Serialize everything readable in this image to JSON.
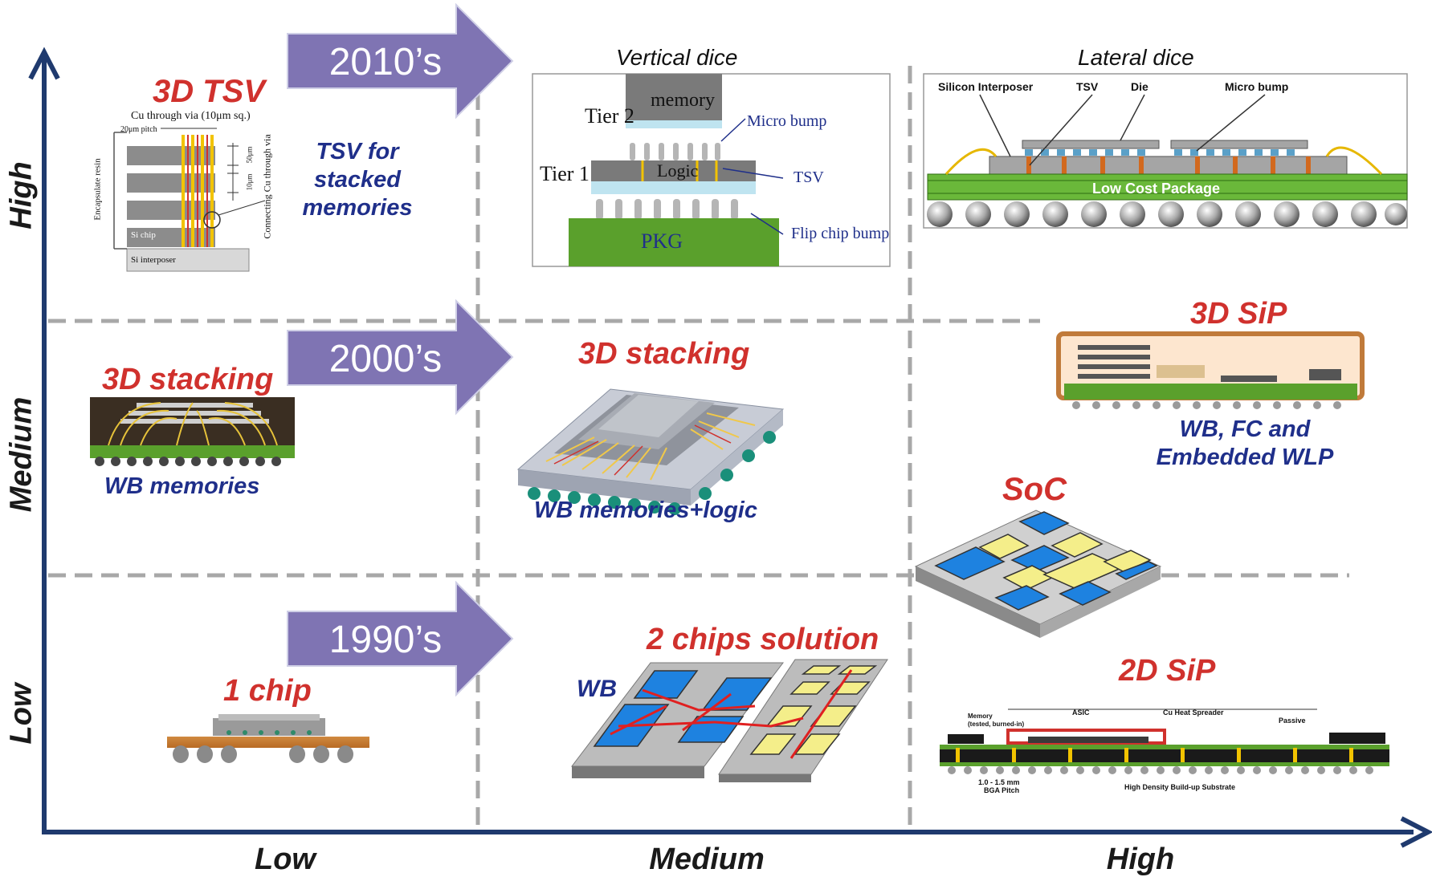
{
  "axes": {
    "x_labels": [
      "Low",
      "Medium",
      "High"
    ],
    "y_labels": [
      "High",
      "Medium",
      "Low"
    ]
  },
  "eras": [
    "2010’s",
    "2000’s",
    "1990’s"
  ],
  "colors": {
    "axis": "#1f3a6e",
    "arrow_fill": "#7f74b3",
    "title_red": "#d0312d",
    "caption_blue": "#1f2f8a",
    "substrate_green": "#5aa02c",
    "chip_blue": "#1e82e0",
    "chip_yellow": "#f4ee8a"
  },
  "cells": {
    "tsv": {
      "title": "3D TSV",
      "caption_lines": [
        "TSV for",
        "stacked",
        "memories"
      ],
      "labels": {
        "via": "Cu through via (10μm sq.)",
        "pitch": "20μm pitch",
        "resin": "Encapsulate resin",
        "connecting": "Connecting Cu through via",
        "si_chip": "Si chip",
        "si_interposer": "Si interposer",
        "d50": "50μm",
        "d10": "10μm"
      }
    },
    "vertical": {
      "caption": "Vertical dice",
      "memory": "memory",
      "tier2": "Tier 2",
      "tier1": "Tier 1",
      "logic": "Logic",
      "pkg": "PKG",
      "micro_bump": "Micro bump",
      "tsv": "TSV",
      "flip_chip": "Flip chip bump"
    },
    "lateral": {
      "caption": "Lateral dice",
      "silicon_interposer": "Silicon Interposer",
      "tsv": "TSV",
      "die": "Die",
      "micro_bump": "Micro bump",
      "package": "Low Cost Package"
    },
    "stack_low": {
      "title": "3D stacking",
      "caption": "WB memories"
    },
    "stack_mid": {
      "title": "3D stacking",
      "caption": "WB memories+logic"
    },
    "sip3d": {
      "title": "3D SiP",
      "caption_lines": [
        "WB, FC and",
        "Embedded WLP"
      ]
    },
    "soc": {
      "title": "SoC"
    },
    "one_chip": {
      "title": "1 chip"
    },
    "two_chips": {
      "title": "2 chips solution",
      "wb": "WB"
    },
    "sip2d": {
      "title": "2D SiP",
      "labels": {
        "memory": "Memory",
        "memory2": "(tested, burned-in)",
        "asic": "ASIC",
        "heat": "Cu Heat Spreader",
        "passive": "Passive",
        "pitch": "1.0 - 1.5 mm",
        "pitch2": "BGA Pitch",
        "substrate": "High Density Build-up Substrate"
      }
    }
  }
}
